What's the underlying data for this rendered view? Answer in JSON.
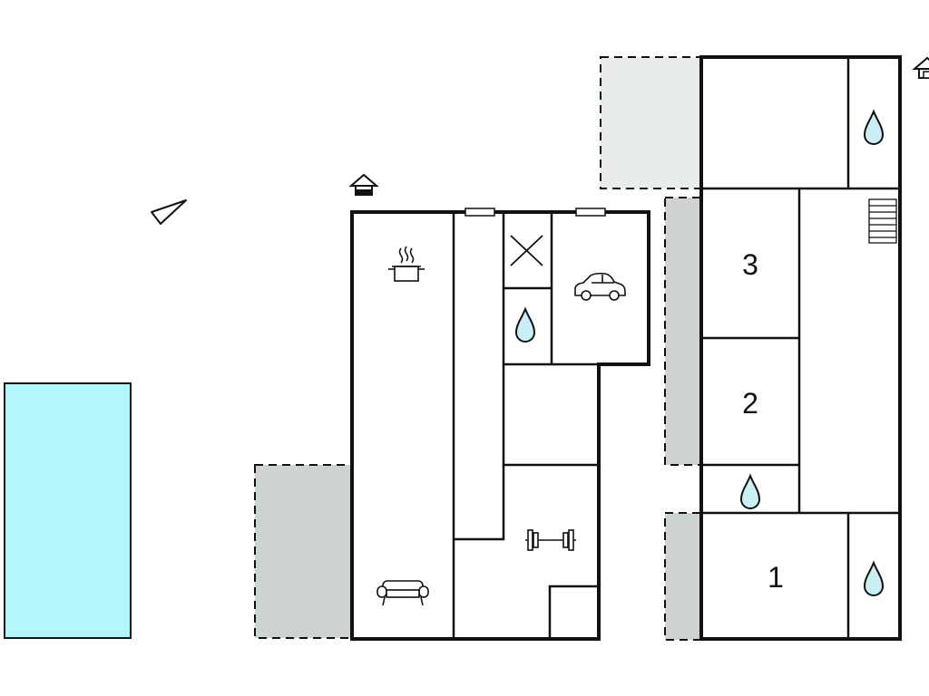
{
  "colors": {
    "wall": "#111111",
    "pool": "#b3f6fc",
    "terrace_dark": "#cdd3d3",
    "terrace_light": "#e8eced",
    "water": "#c9eef5",
    "window": "#ffffff"
  },
  "rooms": {
    "bedroom_1": "1",
    "bedroom_2": "2",
    "bedroom_3": "3"
  },
  "icons": {
    "compass": "north-arrow-icon",
    "entrance_left": "house-entrance-icon",
    "entrance_right": "house-entrance-icon",
    "kitchen": "cooking-pot-icon",
    "living": "sofa-icon",
    "garage": "car-icon",
    "gym": "barbell-icon",
    "stairs": "stairs-icon",
    "bathrooms": "water-drop-icon",
    "boiler": "cross-icon"
  }
}
